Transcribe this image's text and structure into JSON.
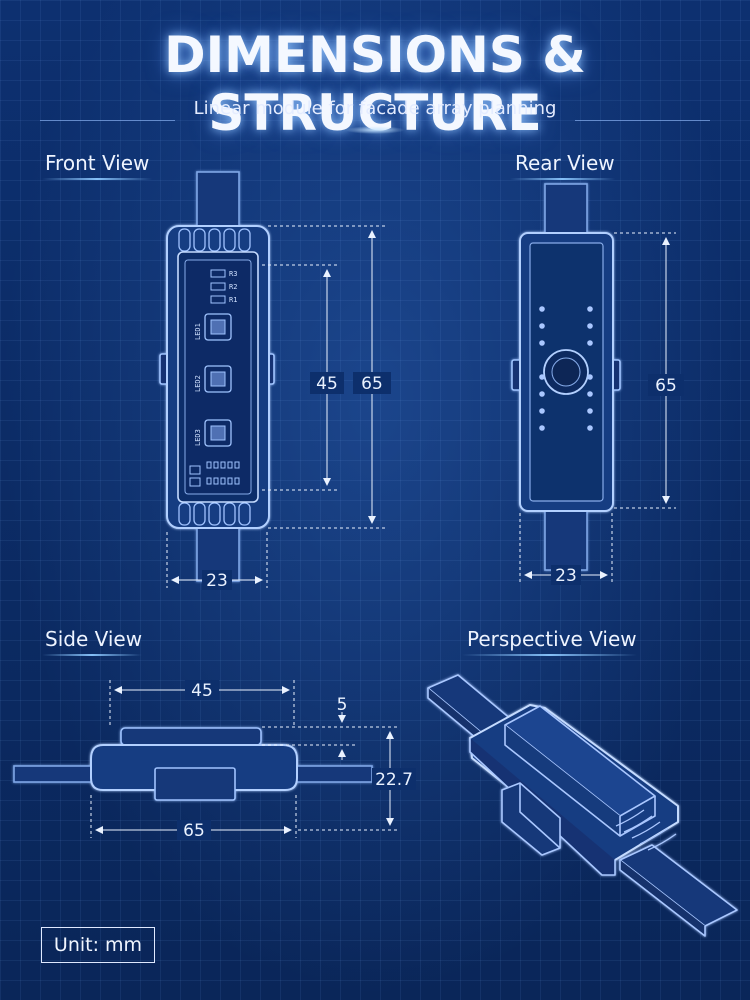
{
  "title": "DIMENSIONS & STRUCTURE",
  "subtitle": "Linear module for facade array planning",
  "views": {
    "front": {
      "label": "Front View",
      "width": "23",
      "height": "65",
      "inner_height": "45"
    },
    "rear": {
      "label": "Rear View",
      "width": "23",
      "height": "65"
    },
    "side": {
      "label": "Side View",
      "top_length": "45",
      "thickness": "5",
      "height": "22.7",
      "length": "65"
    },
    "perspective": {
      "label": "Perspective View"
    }
  },
  "pcb": {
    "resistors": [
      "R3",
      "R2",
      "R1"
    ],
    "leds": [
      "LED1",
      "LED2",
      "LED3"
    ]
  },
  "unit": "Unit: mm",
  "colors": {
    "background": "#0b2a63",
    "line": "#9fc3ff",
    "text": "#eaf2ff"
  }
}
